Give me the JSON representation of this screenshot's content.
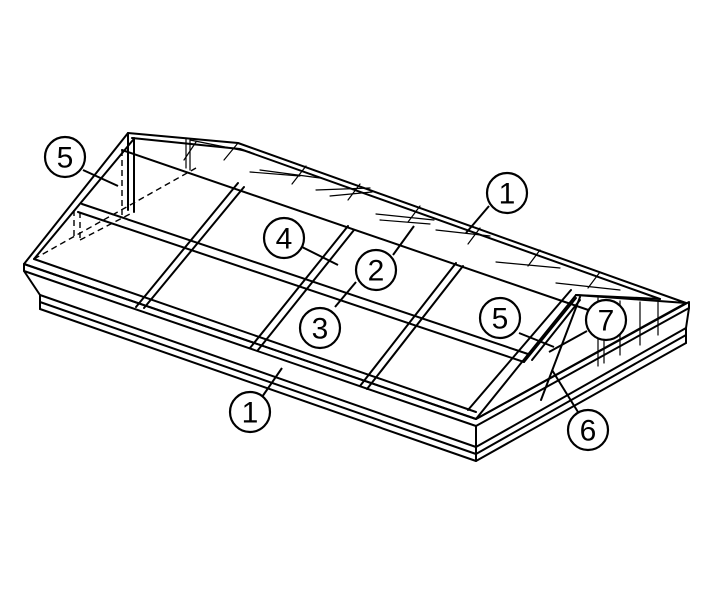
{
  "callouts": [
    {
      "id": "c1-top",
      "label": "1"
    },
    {
      "id": "c1-bottom",
      "label": "1"
    },
    {
      "id": "c2",
      "label": "2"
    },
    {
      "id": "c3",
      "label": "3"
    },
    {
      "id": "c4",
      "label": "4"
    },
    {
      "id": "c5-left",
      "label": "5"
    },
    {
      "id": "c5-right",
      "label": "5"
    },
    {
      "id": "c6",
      "label": "6"
    },
    {
      "id": "c7",
      "label": "7"
    }
  ]
}
